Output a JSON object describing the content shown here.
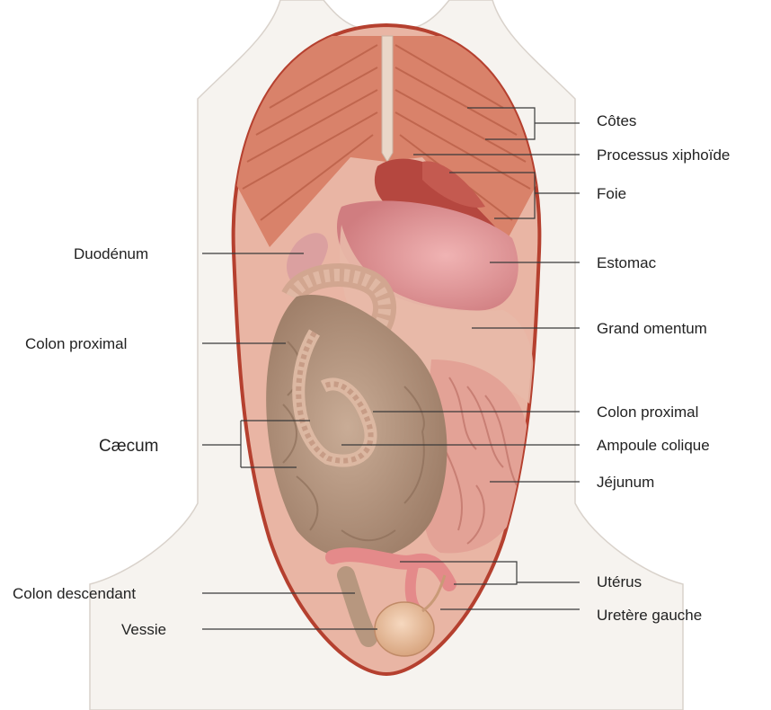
{
  "figure": {
    "labels_right": [
      {
        "id": "cotes",
        "text": "Côtes"
      },
      {
        "id": "processus-xiphoide",
        "text": "Processus xiphoïde"
      },
      {
        "id": "foie",
        "text": "Foie"
      },
      {
        "id": "estomac",
        "text": "Estomac"
      },
      {
        "id": "grand-omentum",
        "text": "Grand omentum"
      },
      {
        "id": "colon-proximal-right",
        "text": "Colon proximal"
      },
      {
        "id": "ampoule-colique",
        "text": "Ampoule colique"
      },
      {
        "id": "jejunum",
        "text": "Jéjunum"
      },
      {
        "id": "uterus",
        "text": "Utérus"
      },
      {
        "id": "uretere-gauche",
        "text": "Uretère gauche"
      }
    ],
    "labels_left": [
      {
        "id": "duodenum",
        "text": "Duodénum"
      },
      {
        "id": "colon-proximal-left",
        "text": "Colon proximal"
      },
      {
        "id": "caecum",
        "text": "Cæcum"
      },
      {
        "id": "colon-descendant",
        "text": "Colon descendant"
      },
      {
        "id": "vessie",
        "text": "Vessie"
      }
    ]
  },
  "colors": {
    "body_outline": "#b5402f",
    "muscle": "#d9826a",
    "muscle_dark": "#c0664e",
    "liver": "#b5473f",
    "stomach": "#e39a9a",
    "omentum": "#e8b9a8",
    "caecum": "#b7977f",
    "jejunum": "#e3a296",
    "bladder": "#e8c0a0",
    "silhouette": "#f3f0ec"
  }
}
